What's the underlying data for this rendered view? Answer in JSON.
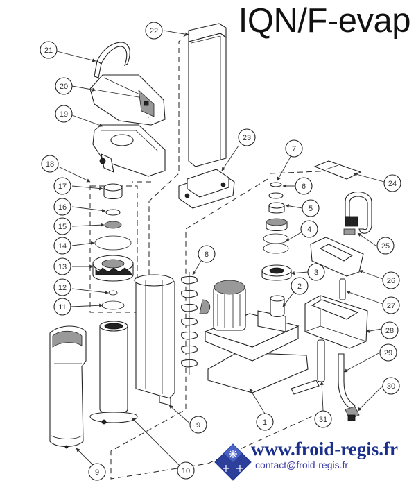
{
  "title": "IQN/F-evap",
  "website": "www.froid-regis.fr",
  "contact": "contact@froid-regis.fr",
  "colors": {
    "brand_blue": "#1a2f8c",
    "logo_blue": "#2c3f9a"
  },
  "callouts": [
    "1",
    "2",
    "3",
    "4",
    "5",
    "6",
    "7",
    "8",
    "9",
    "9",
    "10",
    "11",
    "12",
    "13",
    "14",
    "15",
    "16",
    "17",
    "18",
    "19",
    "20",
    "21",
    "22",
    "23",
    "24",
    "25",
    "26",
    "27",
    "28",
    "29",
    "30",
    "31"
  ]
}
